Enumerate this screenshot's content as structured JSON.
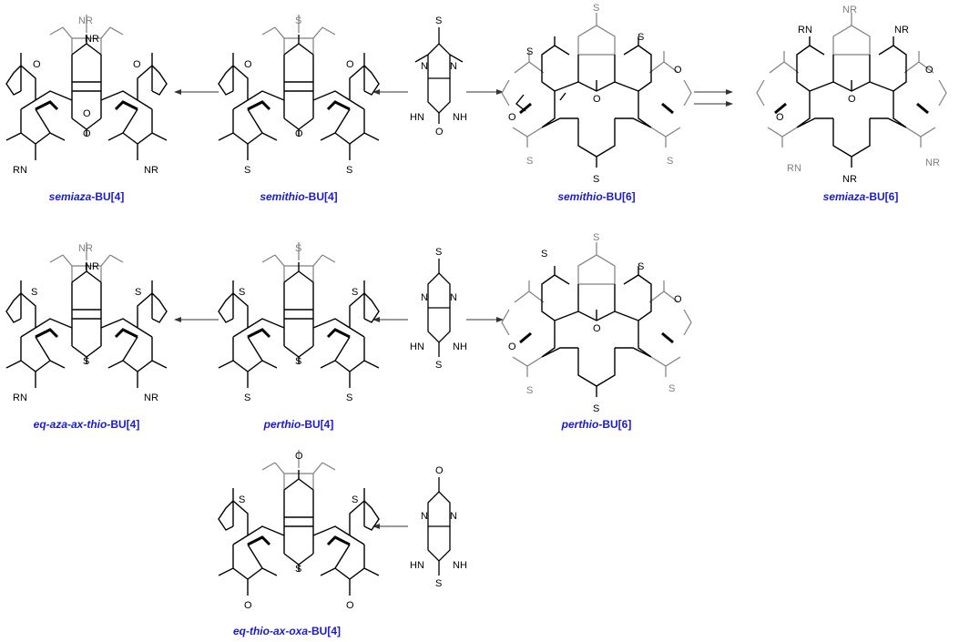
{
  "colors": {
    "bond": "#000000",
    "grey_bond": "#7f7f7f",
    "label": "#1a1ad1",
    "arrow": "#333333"
  },
  "labels": {
    "semiaza_bu4": {
      "prefix": "semiaza",
      "suffix": "-BU[4]"
    },
    "semithio_bu4": {
      "prefix": "semithio",
      "suffix": "-BU[4]"
    },
    "semithio_bu6": {
      "prefix": "semithio",
      "suffix": "-BU[6]"
    },
    "semiaza_bu6": {
      "prefix": "semiaza",
      "suffix": "-BU[6]"
    },
    "eqaza_bu4": {
      "prefix": "eq-aza-ax-thio",
      "suffix": "-BU[4]"
    },
    "perthio_bu4": {
      "prefix": "perthio",
      "suffix": "-BU[4]"
    },
    "perthio_bu6": {
      "prefix": "perthio",
      "suffix": "-BU[6]"
    },
    "eqthio_bu4": {
      "prefix": "eq-thio-ax-oxa",
      "suffix": "-BU[4]"
    }
  },
  "atoms": {
    "n": "N",
    "nh": "NH",
    "hn": "HN",
    "s": "S",
    "o": "O",
    "nr": "NR",
    "rn": "RN"
  }
}
